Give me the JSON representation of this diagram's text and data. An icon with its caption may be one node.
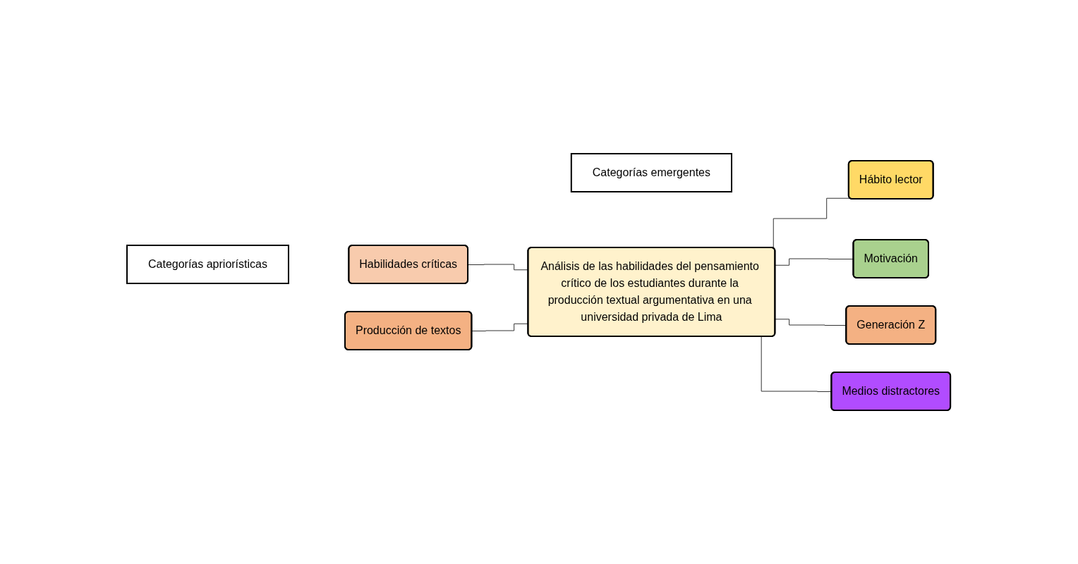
{
  "diagram": {
    "nodes": [
      {
        "text": [
          "Categorías apriorísticas"
        ]
      },
      {
        "text": [
          "Categorías emergentes"
        ]
      },
      {
        "text": [
          "Habilidades críticas"
        ]
      },
      {
        "text": [
          "Producción de textos"
        ]
      },
      {
        "text": [
          "Análisis de las habilidades del pensamiento crítico de los estudiantes durante la producción textual argumentativa en una universidad privada de Lima"
        ]
      },
      {
        "text": [
          "Hábito lector"
        ]
      },
      {
        "text": [
          "Motivación"
        ]
      },
      {
        "text": [
          "Generación Z"
        ]
      },
      {
        "text": [
          "Medios distractores"
        ]
      }
    ],
    "edges": [
      {
        "from": 4,
        "to": 2,
        "arrow": "none"
      },
      {
        "from": 4,
        "to": 3,
        "arrow": "none"
      },
      {
        "from": 4,
        "to": 5,
        "arrow": "none"
      },
      {
        "from": 4,
        "to": 6,
        "arrow": "none"
      },
      {
        "from": 4,
        "to": 7,
        "arrow": "none"
      },
      {
        "from": 4,
        "to": 8,
        "arrow": "none"
      }
    ]
  }
}
